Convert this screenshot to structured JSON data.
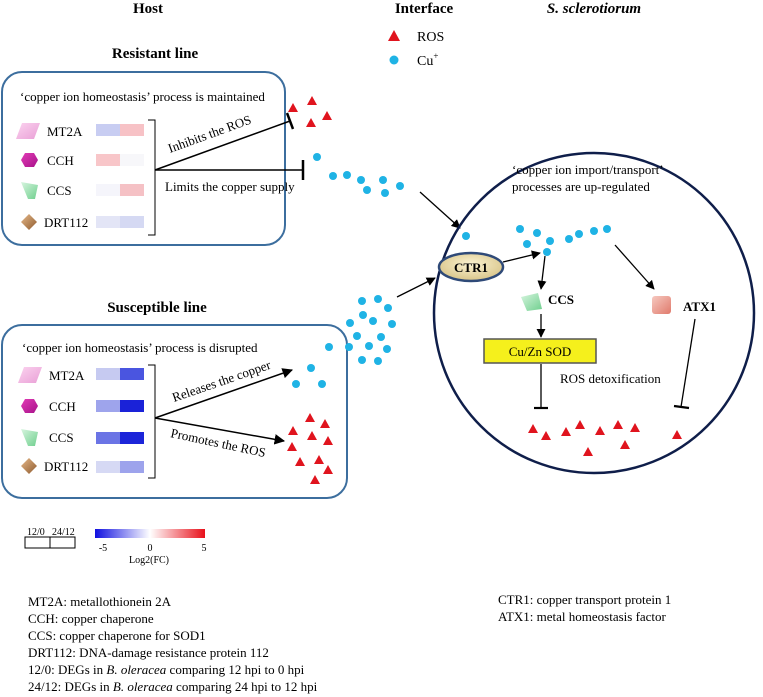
{
  "headers": {
    "host": "Host",
    "interface": "Interface",
    "pathogen": "S. sclerotiorum"
  },
  "interface_legend": {
    "ros": "ROS",
    "cu": "Cu",
    "cu_sup": "+"
  },
  "resistant": {
    "title": "Resistant line",
    "process": "‘copper ion homeostasis’ process is maintained",
    "arrow_top": "Inhibits the ROS",
    "arrow_bottom": "Limits the copper supply"
  },
  "susceptible": {
    "title": "Susceptible line",
    "process": "‘copper ion homeostasis’ process is disrupted",
    "arrow_top": "Releases the copper",
    "arrow_bottom": "Promotes the ROS"
  },
  "genes": [
    "MT2A",
    "CCH",
    "CCS",
    "DRT112"
  ],
  "heatmap": {
    "resistant": [
      [
        "#c8cdf2",
        "#f7c2c6"
      ],
      [
        "#f8c6c9",
        "#f7f7fa"
      ],
      [
        "#f5f5fb",
        "#f5c1c5"
      ],
      [
        "#e3e5f6",
        "#d5d9f3"
      ]
    ],
    "susceptible": [
      [
        "#c6caf1",
        "#4a55e0"
      ],
      [
        "#9ea4ec",
        "#1a22d8"
      ],
      [
        "#6b74e5",
        "#1c25d9"
      ],
      [
        "#d6d9f4",
        "#9da3ec"
      ]
    ]
  },
  "pathogen": {
    "process_line1": "‘copper ion import/transport’",
    "process_line2": "processes are up-regulated",
    "ctr1": "CTR1",
    "ccs": "CCS",
    "atx1": "ATX1",
    "sod": "Cu/Zn SOD",
    "ros_detox": "ROS detoxification"
  },
  "scale": {
    "cols": [
      "12/0",
      "24/12"
    ],
    "min": "-5",
    "mid": "0",
    "max": "5",
    "label": "Log2(FC)",
    "colors": {
      "low": "#1010e0",
      "mid": "#ffffff",
      "high": "#e8101a"
    }
  },
  "legend_left": [
    [
      "MT2A: metallothionein 2A",
      "",
      ""
    ],
    [
      "CCH: copper chaperone",
      "",
      ""
    ],
    [
      "CCS: copper chaperone for SOD1",
      "",
      ""
    ],
    [
      "DRT112: DNA-damage resistance protein 112",
      "",
      ""
    ],
    [
      "12/0: DEGs in ",
      "B. oleracea",
      " comparing 12 hpi to 0 hpi"
    ],
    [
      "24/12: DEGs in ",
      "B. oleracea",
      " comparing 24 hpi to 12 hpi"
    ]
  ],
  "legend_right": [
    "CTR1: copper transport protein 1",
    "ATX1: metal homeostasis factor"
  ],
  "colors": {
    "ros": "#e0141e",
    "cu": "#1fb3e5",
    "box_border": "#3c6e9e",
    "cell_border": "#0f1e4a",
    "sod_fill": "#f5f01c",
    "ctr1_fill": "#e8dca0"
  }
}
